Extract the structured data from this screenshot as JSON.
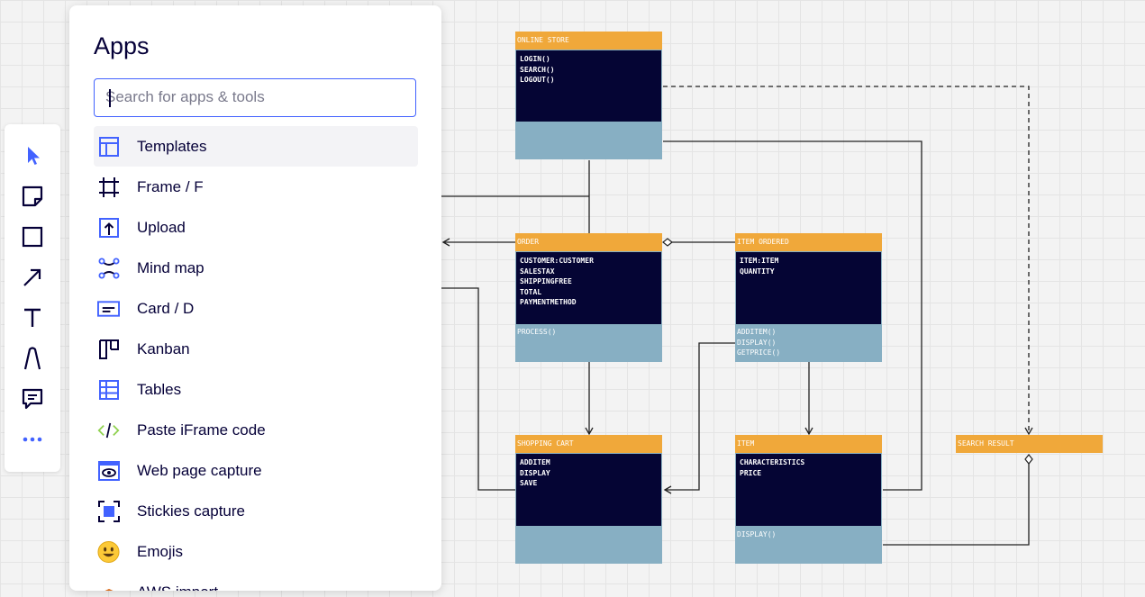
{
  "toolbar": {
    "tools": [
      "select-tool",
      "sticky-note-tool",
      "shape-tool",
      "connection-line-tool",
      "text-tool",
      "pen-tool",
      "comment-tool",
      "more-tools"
    ]
  },
  "apps_panel": {
    "title": "Apps",
    "search_placeholder": "Search for apps & tools",
    "items": [
      {
        "label": "Templates",
        "icon": "templates-icon"
      },
      {
        "label": "Frame / F",
        "icon": "frame-icon"
      },
      {
        "label": "Upload",
        "icon": "upload-icon"
      },
      {
        "label": "Mind map",
        "icon": "mind-map-icon"
      },
      {
        "label": "Card / D",
        "icon": "card-icon"
      },
      {
        "label": "Kanban",
        "icon": "kanban-icon"
      },
      {
        "label": "Tables",
        "icon": "tables-icon"
      },
      {
        "label": "Paste iFrame code",
        "icon": "code-icon"
      },
      {
        "label": "Web page capture",
        "icon": "web-capture-icon"
      },
      {
        "label": "Stickies capture",
        "icon": "stickies-capture-icon"
      },
      {
        "label": "Emojis",
        "icon": "emoji-icon"
      },
      {
        "label": "AWS import",
        "icon": "aws-icon"
      }
    ]
  },
  "diagram": {
    "online_store": {
      "title": "ONLINE STORE",
      "attributes": [
        "LOGIN()",
        "SEARCH()",
        "LOGOUT()"
      ],
      "methods": []
    },
    "order": {
      "title": "ORDER",
      "attributes": [
        "CUSTOMER:CUSTOMER",
        "SALESTAX",
        "SHIPPINGFREE",
        "TOTAL",
        "PAYMENTMETHOD"
      ],
      "methods": [
        "PROCESS()"
      ]
    },
    "item_ordered": {
      "title": "ITEM ORDERED",
      "attributes": [
        "ITEM:ITEM",
        "QUANTITY"
      ],
      "methods": [
        "ADDITEM()",
        "DISPLAY()",
        "GETPRICE()"
      ]
    },
    "shopping_cart": {
      "title": "SHOPPING CART",
      "attributes": [
        "ADDITEM",
        "DISPLAY",
        "SAVE"
      ],
      "methods": []
    },
    "item": {
      "title": "ITEM",
      "attributes": [
        "CHARACTERISTICS",
        "PRICE"
      ],
      "methods": [
        "DISPLAY()"
      ]
    },
    "search_result": {
      "title": "SEARCH RESULT"
    }
  },
  "colors": {
    "accent": "#4262ff",
    "class_header": "#f0a83a",
    "class_body": "#050534",
    "class_methods": "#87afc3",
    "text_dark": "#050038"
  }
}
